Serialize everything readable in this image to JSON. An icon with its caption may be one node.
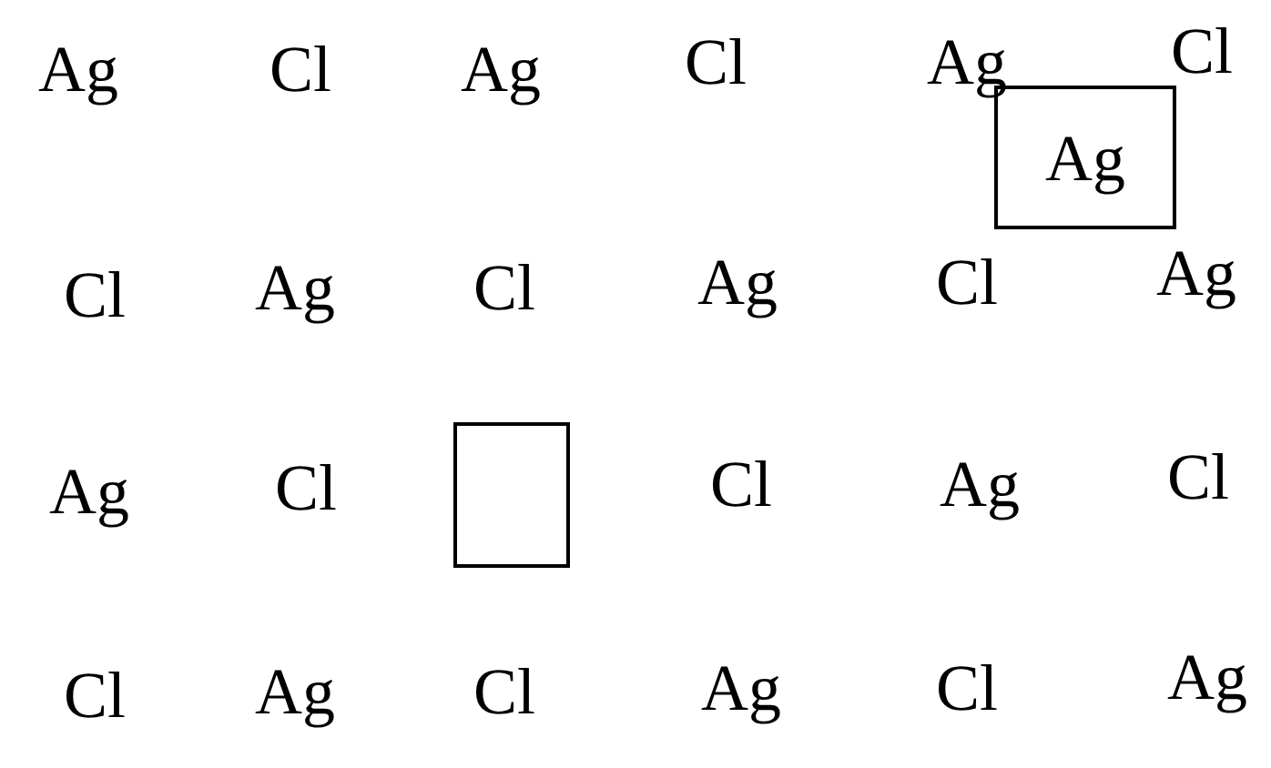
{
  "diagram": {
    "nodes": [
      {
        "text": [
          "Ag"
        ]
      },
      {
        "text": [],
        "shape": "box"
      }
    ],
    "labels": [
      "Ag",
      "Cl",
      "Ag",
      "Cl",
      "Ag",
      "Cl",
      "Cl",
      "Ag",
      "Cl",
      "Ag",
      "Cl",
      "Ag",
      "Ag",
      "Cl",
      "Cl",
      "Ag",
      "Cl",
      "Cl",
      "Ag",
      "Cl",
      "Ag",
      "Cl",
      "Ag"
    ]
  }
}
